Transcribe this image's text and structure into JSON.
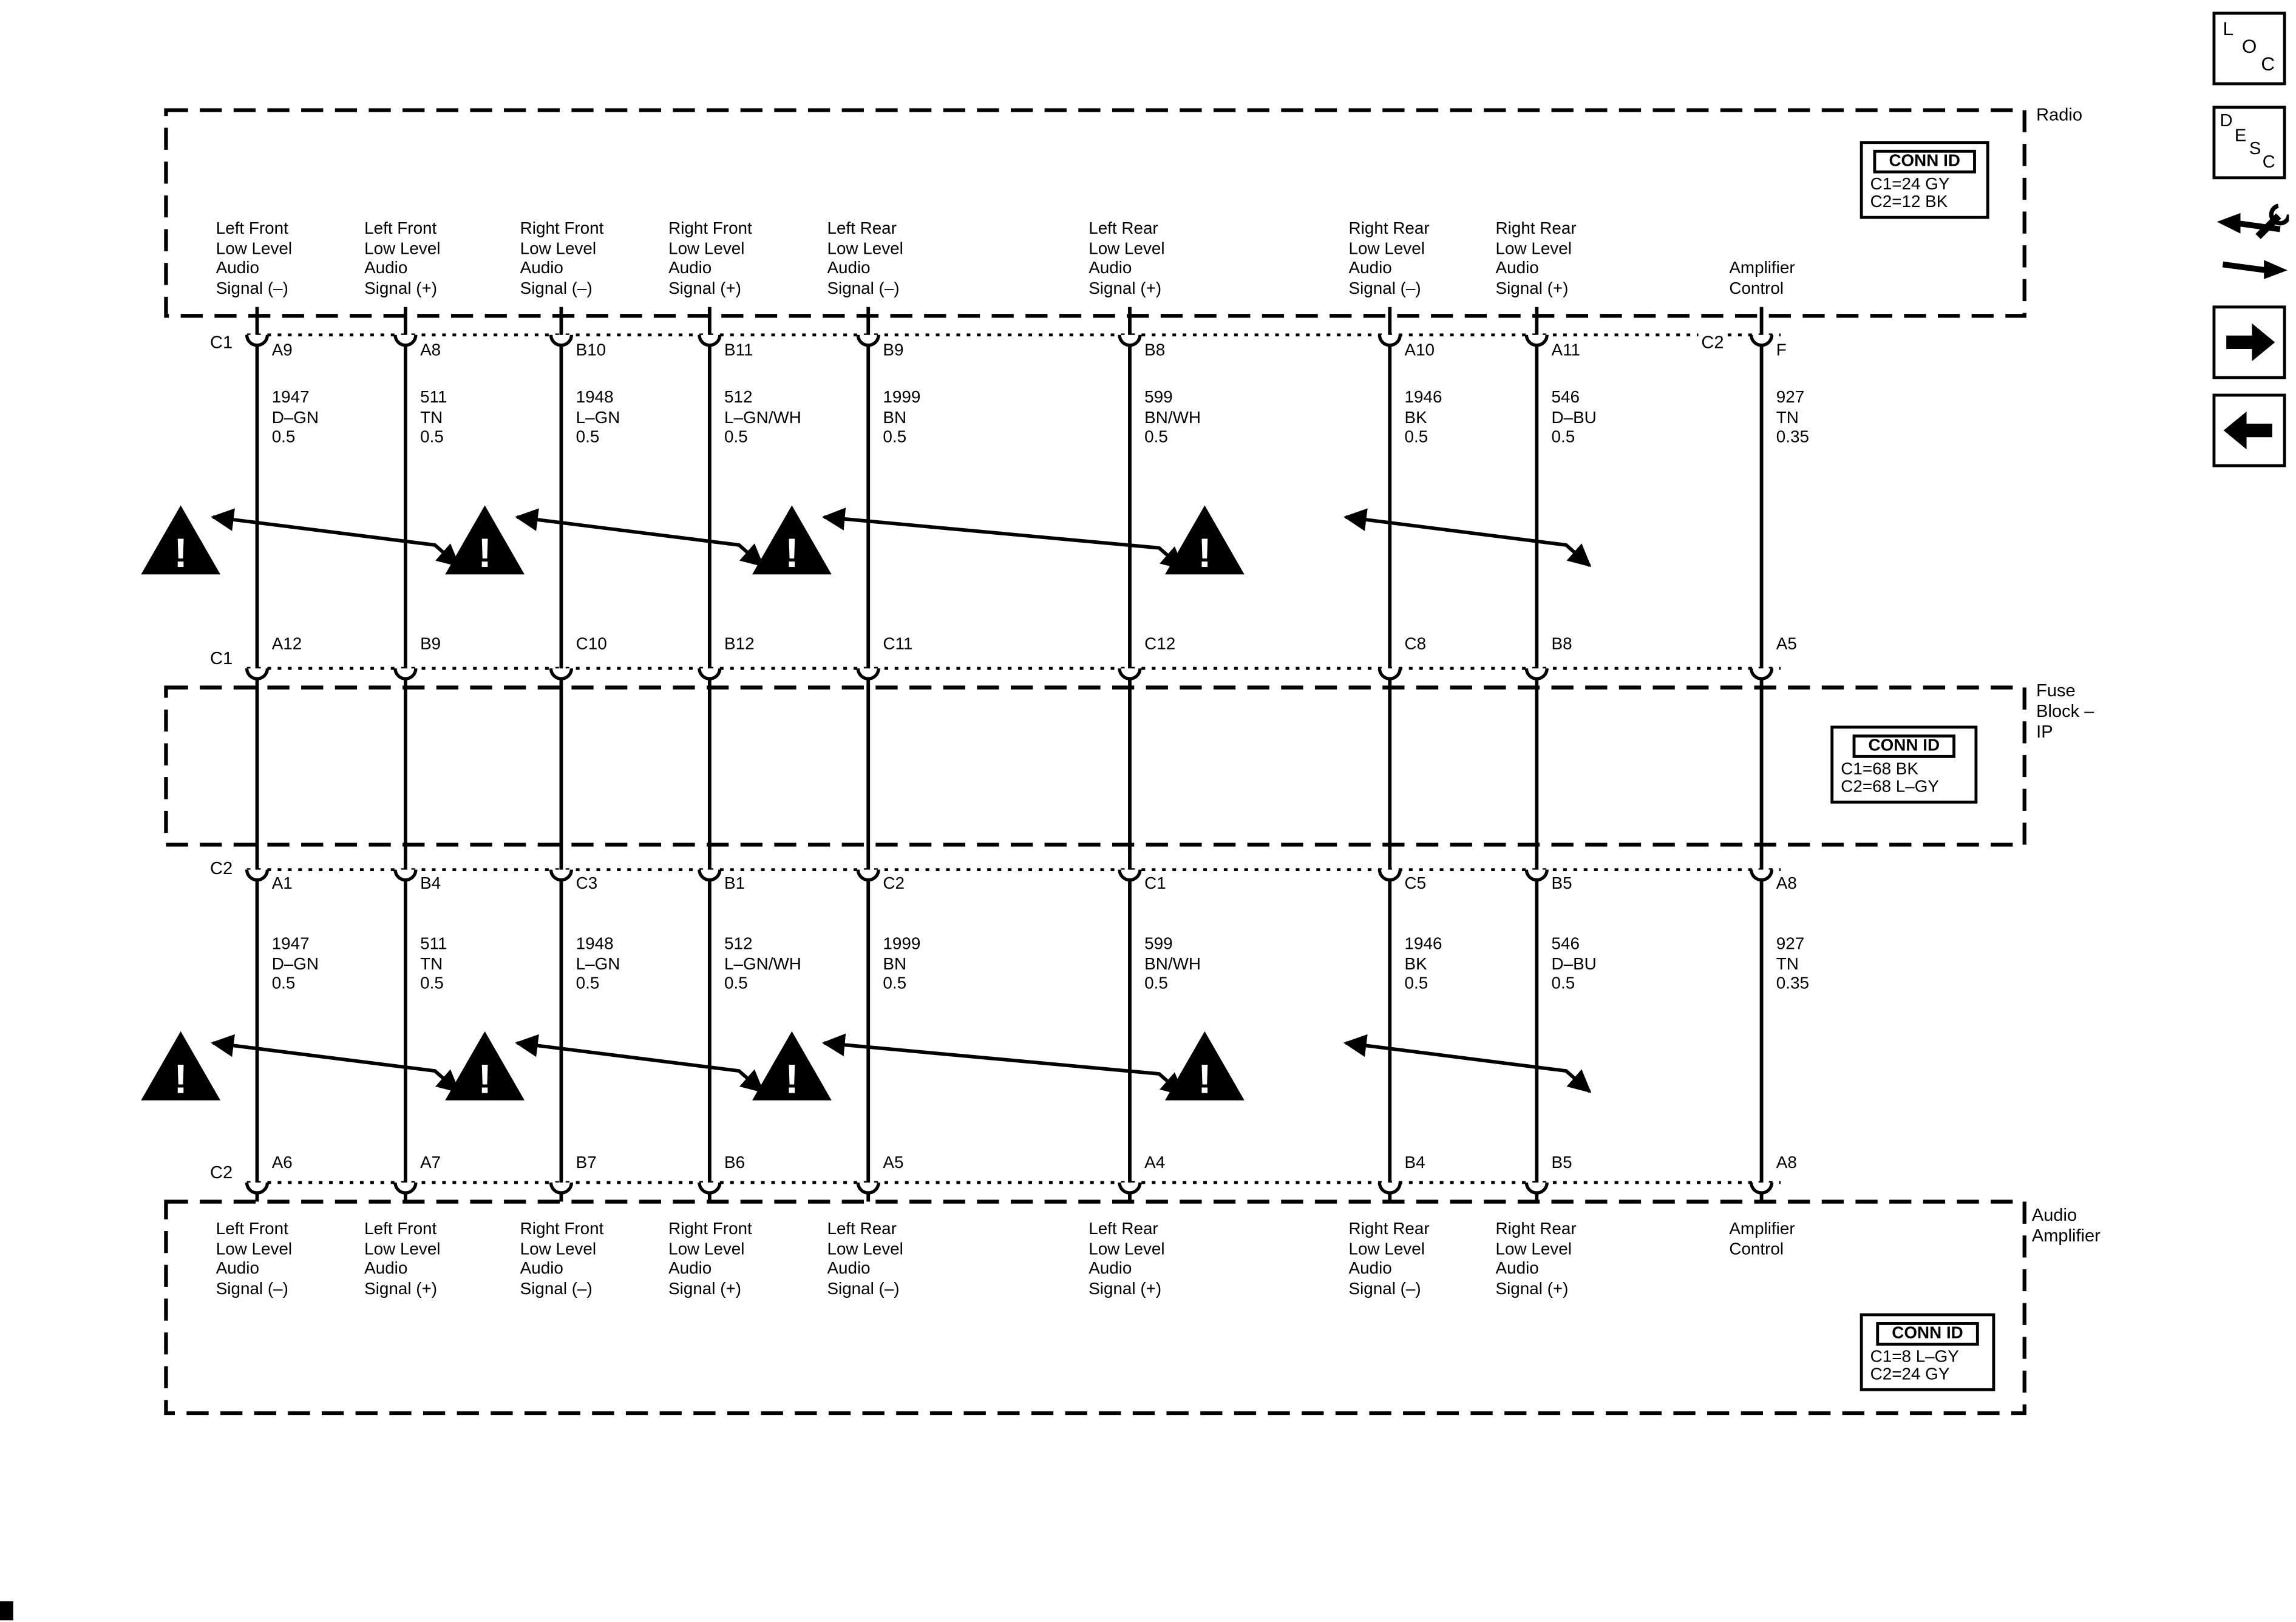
{
  "sidebar": {
    "loc_letters": [
      "L",
      "O",
      "C"
    ],
    "desc_letters": [
      "D",
      "E",
      "S",
      "C"
    ]
  },
  "symbols": {
    "warning_mark": "!"
  },
  "radio": {
    "title": "Radio",
    "conn_id_title": "CONN ID",
    "conn_id_lines": [
      "C1=24 GY",
      "C2=12 BK"
    ],
    "left_connector": "C1",
    "right_connector": "C2",
    "pins": [
      "A9",
      "A8",
      "B10",
      "B11",
      "B9",
      "B8",
      "A10",
      "A11",
      "F"
    ],
    "signals": [
      "Left Front\nLow Level\nAudio\nSignal (–)",
      "Left Front\nLow Level\nAudio\nSignal (+)",
      "Right Front\nLow Level\nAudio\nSignal (–)",
      "Right Front\nLow Level\nAudio\nSignal (+)",
      "Left Rear\nLow Level\nAudio\nSignal (–)",
      "Left Rear\nLow Level\nAudio\nSignal (+)",
      "Right Rear\nLow Level\nAudio\nSignal (–)",
      "Right Rear\nLow Level\nAudio\nSignal (+)",
      "Amplifier\nControl"
    ]
  },
  "harness_top": {
    "wires": [
      "1947\nD–GN\n0.5",
      "511\nTN\n0.5",
      "1948\nL–GN\n0.5",
      "512\nL–GN/WH\n0.5",
      "1999\nBN\n0.5",
      "599\nBN/WH\n0.5",
      "1946\nBK\n0.5",
      "546\nD–BU\n0.5",
      "927\nTN\n0.35"
    ]
  },
  "fuse_block": {
    "title": "Fuse\nBlock –\nIP",
    "conn_id_title": "CONN ID",
    "conn_id_lines": [
      "C1=68 BK",
      "C2=68 L–GY"
    ],
    "top_connector": "C1",
    "top_pins": [
      "A12",
      "B9",
      "C10",
      "B12",
      "C11",
      "C12",
      "C8",
      "B8",
      "A5"
    ],
    "bottom_connector": "C2",
    "bottom_pins": [
      "A1",
      "B4",
      "C3",
      "B1",
      "C2",
      "C1",
      "C5",
      "B5",
      "A8"
    ]
  },
  "harness_bottom": {
    "wires": [
      "1947\nD–GN\n0.5",
      "511\nTN\n0.5",
      "1948\nL–GN\n0.5",
      "512\nL–GN/WH\n0.5",
      "1999\nBN\n0.5",
      "599\nBN/WH\n0.5",
      "1946\nBK\n0.5",
      "546\nD–BU\n0.5",
      "927\nTN\n0.35"
    ]
  },
  "amplifier": {
    "title": "Audio\nAmplifier",
    "conn_id_title": "CONN ID",
    "conn_id_lines": [
      "C1=8 L–GY",
      "C2=24 GY"
    ],
    "left_connector": "C2",
    "pins": [
      "A6",
      "A7",
      "B7",
      "B6",
      "A5",
      "A4",
      "B4",
      "B5",
      "A8"
    ],
    "signals": [
      "Left Front\nLow Level\nAudio\nSignal (–)",
      "Left Front\nLow Level\nAudio\nSignal (+)",
      "Right Front\nLow Level\nAudio\nSignal (–)",
      "Right Front\nLow Level\nAudio\nSignal (+)",
      "Left Rear\nLow Level\nAudio\nSignal (–)",
      "Left Rear\nLow Level\nAudio\nSignal (+)",
      "Right Rear\nLow Level\nAudio\nSignal (–)",
      "Right Rear\nLow Level\nAudio\nSignal (+)",
      "Amplifier\nControl"
    ]
  }
}
